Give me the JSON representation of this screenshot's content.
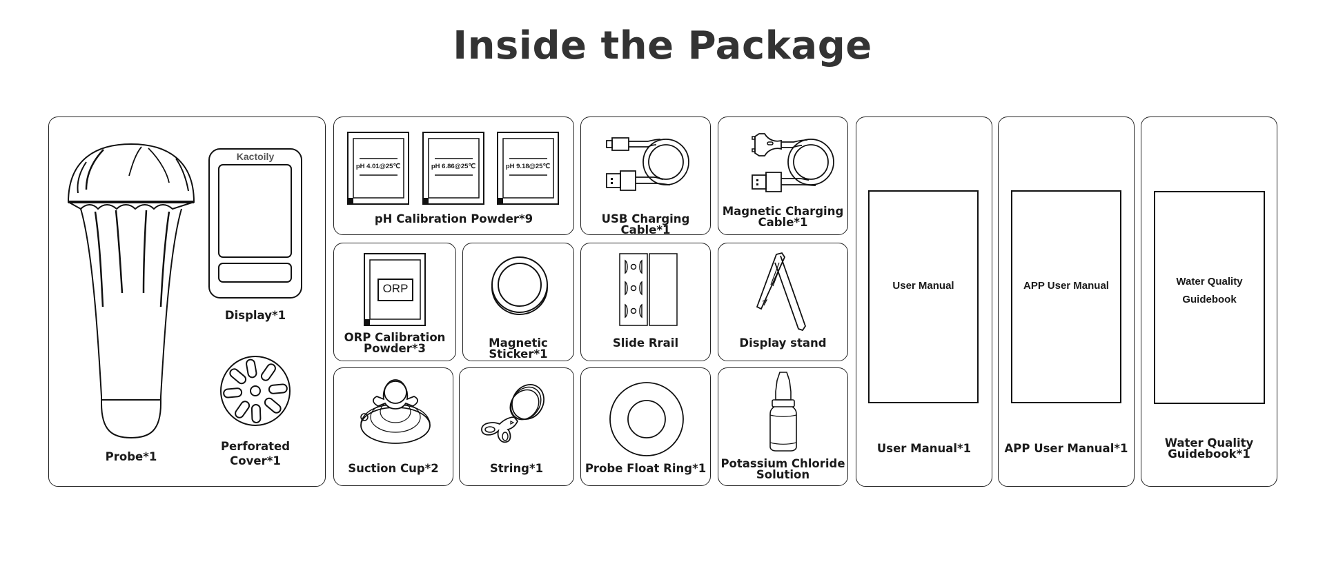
{
  "page": {
    "title": "Inside the Package"
  },
  "items": {
    "probe": {
      "label": "Probe*1",
      "icon": "probe-icon"
    },
    "display": {
      "label": "Display*1",
      "brand": "Kactoily",
      "icon": "display-icon"
    },
    "perforated_cover": {
      "label": "Perforated\nCover*1",
      "icon": "perforated-cover-icon"
    },
    "ph_powder": {
      "label": "pH Calibration Powder*9",
      "sachets": [
        "pH 4.01@25℃",
        "pH 6.86@25℃",
        "pH 9.18@25℃"
      ],
      "icon": "sachet-icon"
    },
    "usb_cable": {
      "label": "USB Charging Cable*1",
      "icon": "usb-cable-icon"
    },
    "magnetic_cable": {
      "label": "Magnetic Charging\nCable*1",
      "icon": "magnetic-cable-icon"
    },
    "orp_powder": {
      "label": "ORP Calibration\nPowder*3",
      "sachet_text": "ORP",
      "icon": "orp-sachet-icon"
    },
    "magnetic_sticker": {
      "label": "Magnetic Sticker*1",
      "icon": "magnetic-sticker-icon"
    },
    "slide_rail": {
      "label": "Slide Rrail",
      "icon": "slide-rail-icon"
    },
    "display_stand": {
      "label": "Display stand",
      "icon": "display-stand-icon"
    },
    "suction_cup": {
      "label": "Suction Cup*2",
      "icon": "suction-cup-icon"
    },
    "string": {
      "label": "String*1",
      "icon": "string-icon"
    },
    "float_ring": {
      "label": "Probe Float Ring*1",
      "icon": "float-ring-icon"
    },
    "kcl_solution": {
      "label": "Potassium Chloride\nSolution",
      "icon": "dropper-bottle-icon"
    },
    "user_manual": {
      "label": "User Manual*1",
      "cover_text": "User Manual",
      "icon": "manual-icon"
    },
    "app_manual": {
      "label": "APP User Manual*1",
      "cover_text": "APP User Manual",
      "icon": "manual-icon"
    },
    "guidebook": {
      "label": "Water Quality\nGuidebook*1",
      "cover_text": "Water Quality\nGuidebook",
      "icon": "guidebook-icon"
    }
  }
}
